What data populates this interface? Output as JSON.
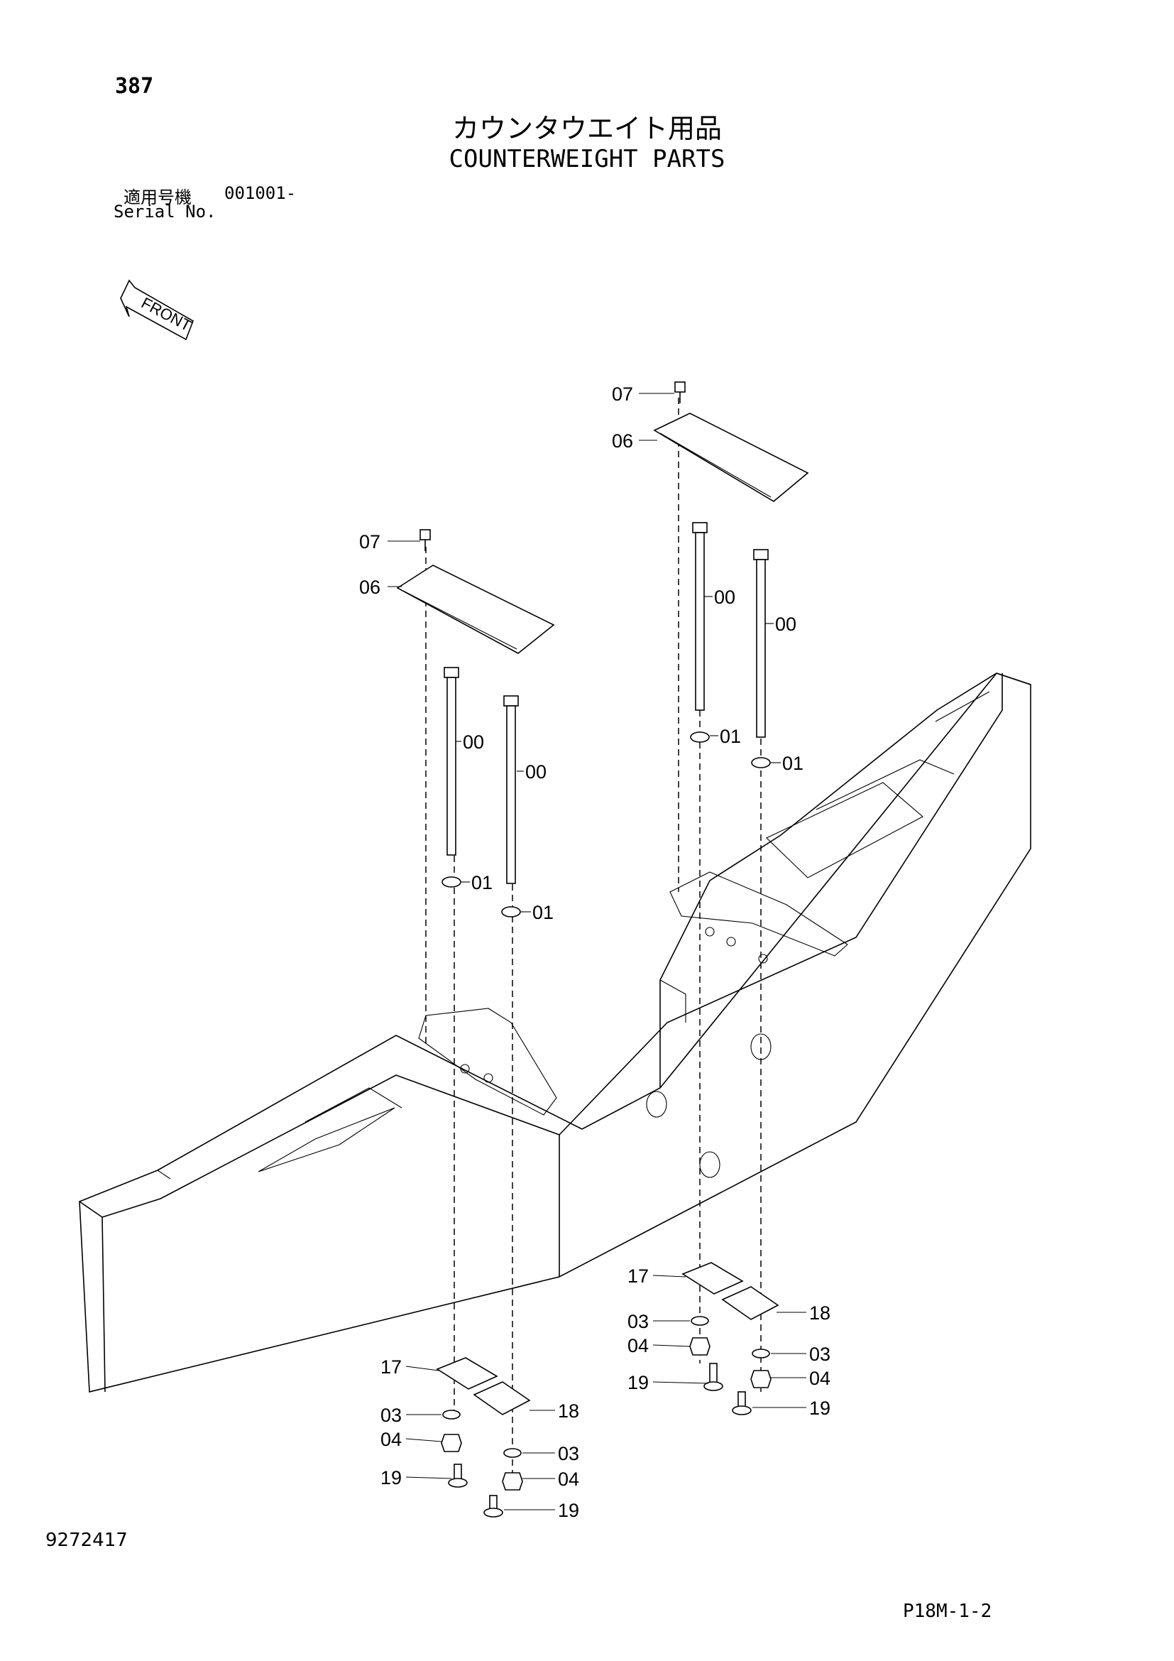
{
  "header": {
    "page_number": "387",
    "title_jp": "カウンタウエイト用品",
    "title_en": "COUNTERWEIGHT PARTS",
    "serial_label_jp": "適用号機",
    "serial_value": "001001-",
    "serial_label_en": "Serial No."
  },
  "orientation": {
    "label": "FRONT"
  },
  "callouts": {
    "p00": "00",
    "p01": "01",
    "p03": "03",
    "p04": "04",
    "p06": "06",
    "p07": "07",
    "p17": "17",
    "p18": "18",
    "p19": "19"
  },
  "footer": {
    "drawing_number": "9272417",
    "sheet_code": "P18M-1-2"
  }
}
